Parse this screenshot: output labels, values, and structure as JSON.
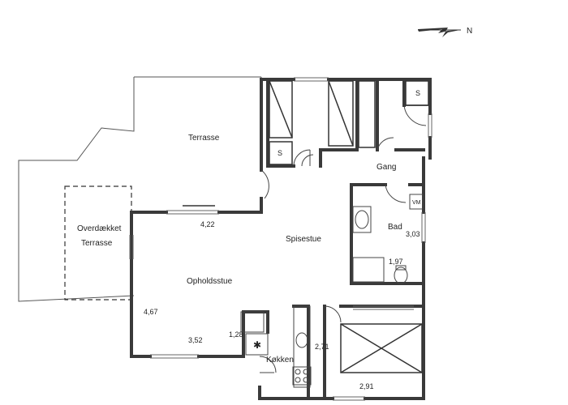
{
  "compass": {
    "label": "N",
    "icon": "north-arrow-icon"
  },
  "rooms": {
    "terrasse": "Terrasse",
    "overdaekket_line1": "Overdækket",
    "overdaekket_line2": "Terrasse",
    "spisestue": "Spisestue",
    "opholdsstue": "Opholdsstue",
    "gang": "Gang",
    "bad": "Bad",
    "koekken": "Køkken",
    "s1": "S",
    "s2": "S",
    "vm": "VM"
  },
  "dimensions": {
    "d422": "4,22",
    "d467": "4,67",
    "d352": "3,52",
    "d128": "1,28",
    "d303": "3,03",
    "d197": "1,97",
    "d271": "2,71",
    "d291": "2,91"
  },
  "colors": {
    "wall": "#3a3a3a",
    "line": "#555555",
    "background": "#ffffff"
  }
}
